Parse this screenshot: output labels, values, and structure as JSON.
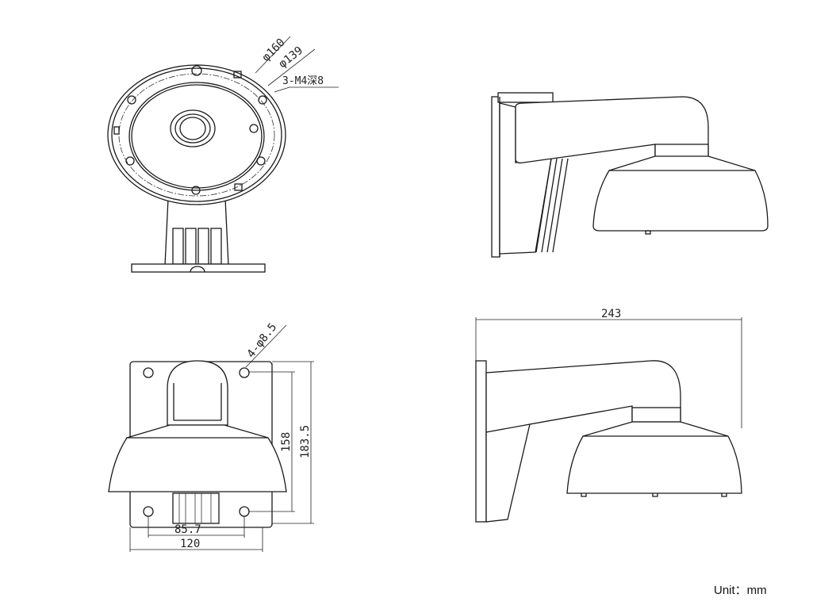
{
  "top_view": {
    "dia_outer": "φ160",
    "dia_inner": "φ139",
    "screw_holes": "3-M4深8"
  },
  "front_view": {
    "holes": "4-φ8.5",
    "hole_spacing_v": "158",
    "plate_height": "183.5",
    "hole_spacing_h": "85.7",
    "plate_width": "120"
  },
  "side_view": {
    "length": "243"
  },
  "unit_label": "Unit：mm"
}
